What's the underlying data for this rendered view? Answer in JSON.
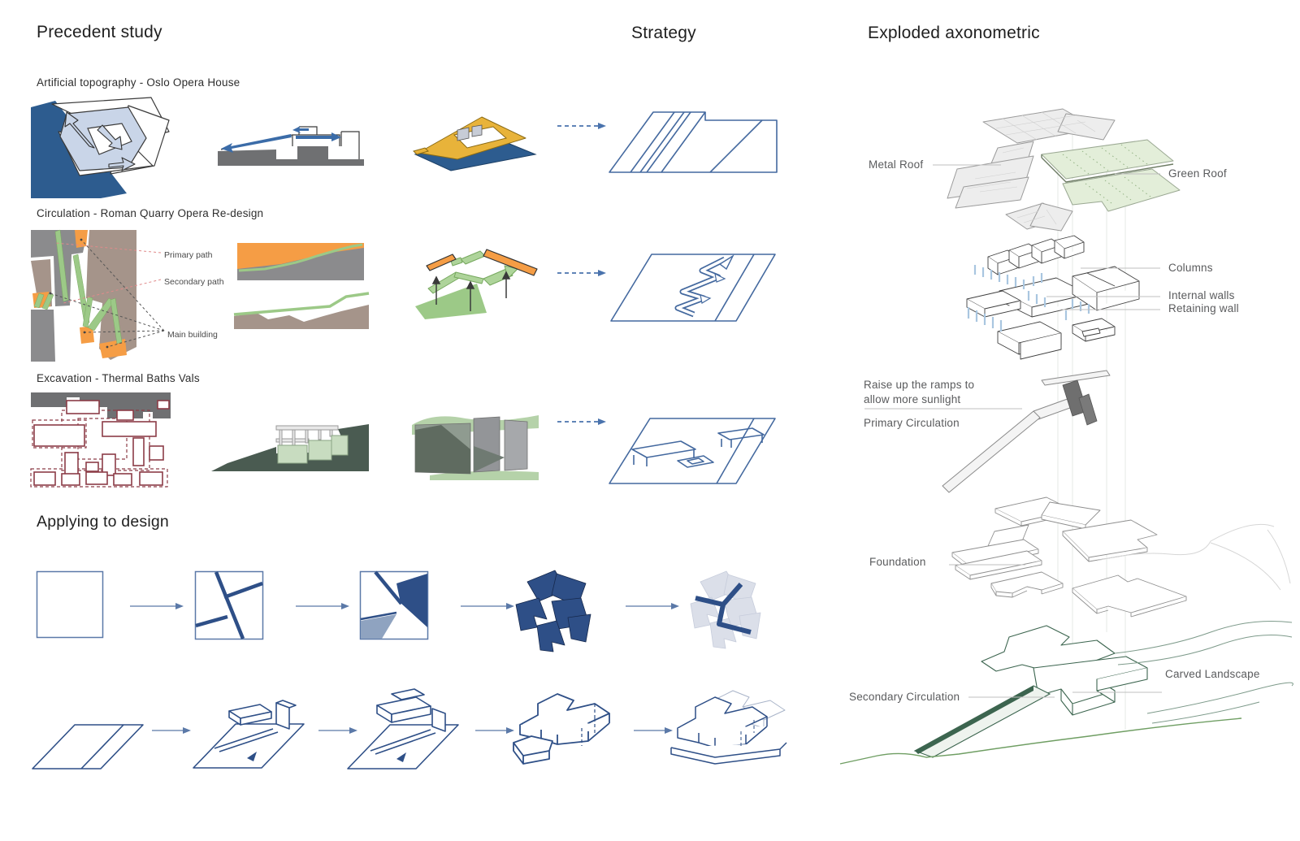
{
  "headings": {
    "precedent": "Precedent study",
    "strategy": "Strategy",
    "exploded": "Exploded axonometric",
    "applying": "Applying to design"
  },
  "precedents": [
    {
      "title": "Artificial topography - Oslo Opera House"
    },
    {
      "title": "Circulation - Roman Quarry Opera Re-design",
      "annotations": {
        "primary": "Primary path",
        "secondary": "Secondary path",
        "main": "Main building"
      }
    },
    {
      "title": "Excavation - Thermal Baths Vals"
    }
  ],
  "exploded": {
    "metal_roof": "Metal Roof",
    "green_roof": "Green Roof",
    "columns": "Columns",
    "internal_walls": "Internal walls",
    "retaining_wall": "Retaining wall",
    "ramp_note_line1": "Raise up the ramps to",
    "ramp_note_line2": "allow more sunlight",
    "primary_circulation": "Primary Circulation",
    "foundation": "Foundation",
    "secondary_circulation": "Secondary Circulation",
    "carved_landscape": "Carved Landscape"
  },
  "palette": {
    "navy": "#2e4f87",
    "strategy_blue": "#44699f",
    "water_blue": "#2d5c8f",
    "light_blue": "#c9d5e8",
    "column_blue": "#a9c6e0",
    "orange": "#f59d45",
    "path_green": "#9cc987",
    "roof_green": "#e3eed9",
    "landscape_green": "#3c654f",
    "ground_green": "#6f9e63",
    "taupe": "#a5948a",
    "gray": "#6f7072",
    "vals_red": "#8c3c47",
    "slate_green": "#4a5b51",
    "yellow": "#e8b33a",
    "label_gray": "#5a5b5d"
  }
}
